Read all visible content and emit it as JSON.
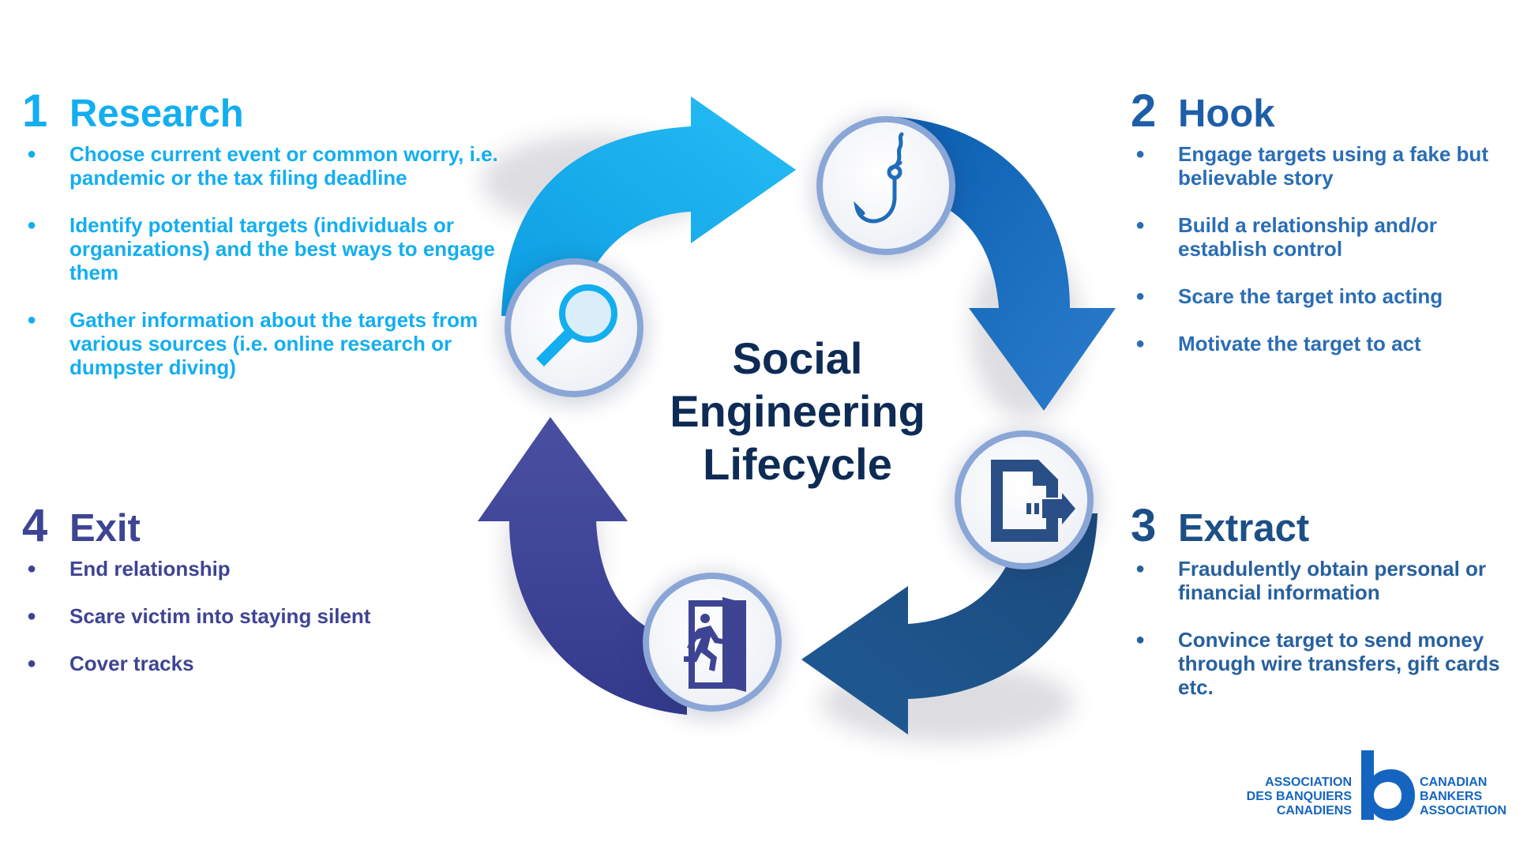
{
  "center": {
    "line1": "Social",
    "line2": "Engineering",
    "line3": "Lifecycle"
  },
  "steps": [
    {
      "number": "1",
      "title": "Research",
      "icon": "magnifier-icon",
      "bullets": [
        "Choose current event or common worry, i.e. pandemic or the tax filing deadline",
        "Identify potential targets (individuals or organizations) and the best ways to engage them",
        "Gather information about the targets from various sources (i.e. online research or dumpster diving)"
      ]
    },
    {
      "number": "2",
      "title": "Hook",
      "icon": "fish-hook-icon",
      "bullets": [
        "Engage targets using a fake but believable story",
        "Build a relationship and/or establish control",
        "Scare the target into acting",
        "Motivate the target to act"
      ]
    },
    {
      "number": "3",
      "title": "Extract",
      "icon": "file-export-icon",
      "bullets": [
        "Fraudulently obtain personal or financial information",
        "Convince target to send money through wire transfers, gift cards etc."
      ]
    },
    {
      "number": "4",
      "title": "Exit",
      "icon": "exit-door-icon",
      "bullets": [
        "End relationship",
        "Scare victim into staying silent",
        "Cover tracks"
      ]
    }
  ],
  "bullet_glyph": "●",
  "logo": {
    "fr_line1": "ASSOCIATION",
    "fr_line2": "DES BANQUIERS",
    "fr_line3": "CANADIENS",
    "en_line1": "CANADIAN",
    "en_line2": "BANKERS",
    "en_line3": "ASSOCIATION",
    "letter": "b"
  },
  "colors": {
    "research": "#13aef0",
    "hook": "#1f6cb8",
    "extract": "#1d4f85",
    "exit": "#3e4494",
    "center_text": "#0d2b55",
    "logo": "#1565c0"
  }
}
